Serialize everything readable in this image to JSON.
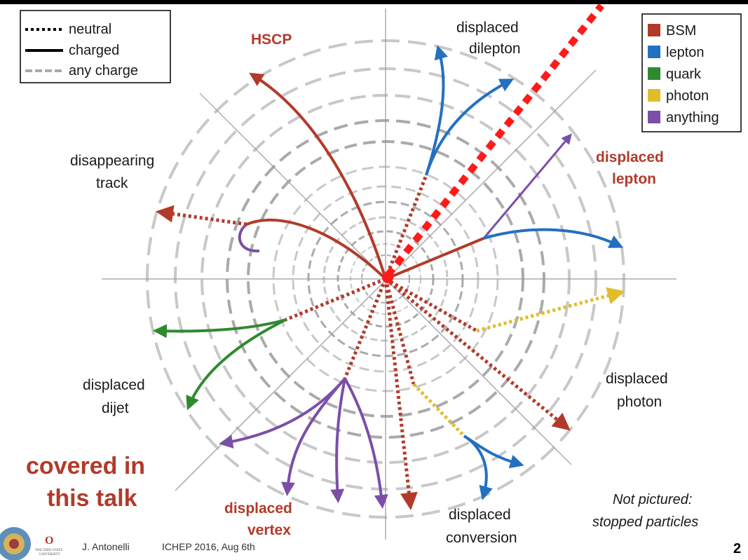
{
  "line_legend": [
    {
      "label": "neutral",
      "style": "dotted"
    },
    {
      "label": "charged",
      "style": "solid"
    },
    {
      "label": "any charge",
      "style": "dashed"
    }
  ],
  "color_legend": [
    {
      "label": "BSM",
      "color": "#b23a2a"
    },
    {
      "label": "lepton",
      "color": "#2470c0"
    },
    {
      "label": "quark",
      "color": "#2f8a2f"
    },
    {
      "label": "photon",
      "color": "#e0bd2c"
    },
    {
      "label": "anything",
      "color": "#7b4fa8"
    }
  ],
  "labels": {
    "hscp": "HSCP",
    "disp_dilepton_1": "displaced",
    "disp_dilepton_2": "dilepton",
    "disappearing_1": "disappearing",
    "disappearing_2": "track",
    "disp_lepton_1": "displaced",
    "disp_lepton_2": "lepton",
    "disp_dijet_1": "displaced",
    "disp_dijet_2": "dijet",
    "disp_photon_1": "displaced",
    "disp_photon_2": "photon",
    "covered_1": "covered in",
    "covered_2": "this talk",
    "disp_vertex_1": "displaced",
    "disp_vertex_2": "vertex",
    "disp_conversion_1": "displaced",
    "disp_conversion_2": "conversion",
    "not_pictured_1": "Not pictured:",
    "not_pictured_2": "stopped particles"
  },
  "footer": {
    "author": "J. Antonelli",
    "conference": "ICHEP 2016, Aug 6th",
    "logo_letter": "O",
    "logo_line1": "THE OHIO STATE",
    "logo_line2": "UNIVERSITY",
    "page_number": "2"
  },
  "colors": {
    "bsm": "#b23a2a",
    "lepton": "#2470c0",
    "quark": "#2f8a2f",
    "photon": "#e0bd2c",
    "anything": "#7b4fa8",
    "overlay_red": "#ff1a1a"
  }
}
